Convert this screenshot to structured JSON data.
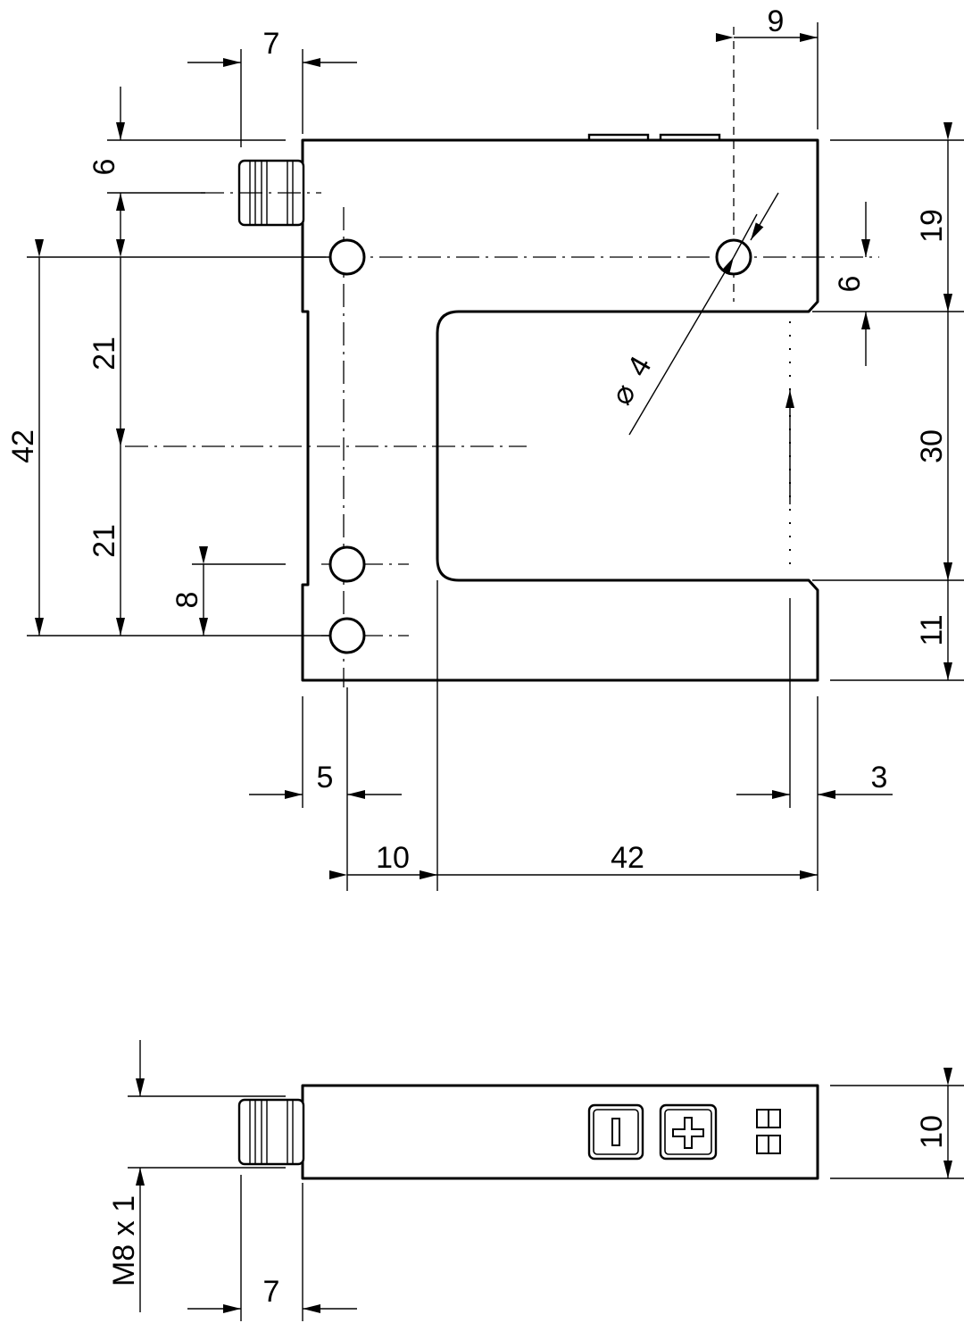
{
  "dimensions": {
    "top_connector_width": "7",
    "top_offset_right": "9",
    "left_connector_height": "6",
    "right_top_height": "19",
    "right_hole_offset": "6",
    "overall_height": "42",
    "upper_half": "21",
    "lower_half": "21",
    "bottom_hole_spacing": "8",
    "hole_diameter": "4",
    "slot_height": "30",
    "bottom_leg_height": "11",
    "left_hole_offset": "5",
    "right_edge_offset": "3",
    "hole_to_slot": "10",
    "slot_depth": "42",
    "side_connector_thread": "M8 x 1",
    "side_height": "10",
    "side_connector_width": "7"
  },
  "symbols": {
    "diameter": "⌀"
  },
  "panel_icons": [
    "minus-button-icon",
    "plus-button-icon",
    "led-indicators-icon"
  ]
}
